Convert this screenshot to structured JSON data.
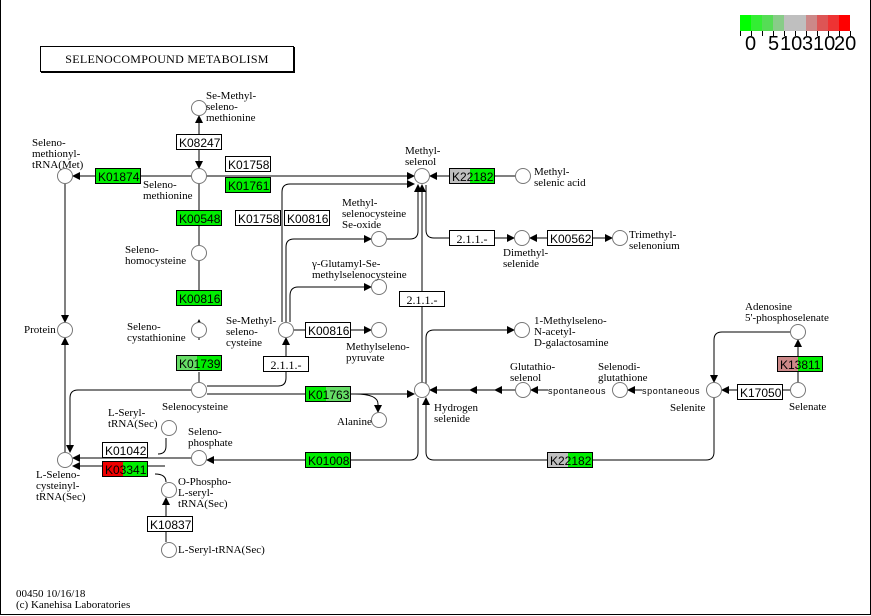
{
  "map": {
    "title": "SELENOCOMPOUND  METABOLISM",
    "footer_line1": "00450 10/16/18",
    "footer_line2": "(c) Kanehisa Laboratories"
  },
  "legend": {
    "colors": [
      "#00ff00",
      "#33ee33",
      "#55dd55",
      "#88cc88",
      "#bfbfbf",
      "#bfbfbf",
      "#cc8888",
      "#dd5555",
      "#ee3333",
      "#ff0000"
    ],
    "labels": [
      "0",
      "5",
      "10",
      "3",
      "10",
      "20"
    ]
  },
  "colors": {
    "green": "#00ee00",
    "lightgreen": "#66dd66",
    "gray": "#bfbfbf",
    "red": "#ee0000",
    "pink": "#cc8888",
    "white": "#ffffff"
  },
  "enzymes": [
    {
      "id": "K08247",
      "fill": [
        "white"
      ]
    },
    {
      "id": "K01758",
      "fill": [
        "white"
      ]
    },
    {
      "id": "K01761",
      "fill": [
        "green"
      ]
    },
    {
      "id": "K01874",
      "fill": [
        "green"
      ]
    },
    {
      "id": "K00548",
      "fill": [
        "green"
      ]
    },
    {
      "id": "K01758",
      "fill": [
        "white"
      ]
    },
    {
      "id": "K00816",
      "fill": [
        "white"
      ]
    },
    {
      "id": "K00816",
      "fill": [
        "green"
      ]
    },
    {
      "id": "K01739",
      "fill": [
        "lightgreen",
        "green"
      ]
    },
    {
      "id": "K22182",
      "fill": [
        "gray",
        "green"
      ]
    },
    {
      "id": "2.1.1.-",
      "fill": [
        "white"
      ]
    },
    {
      "id": "K00562",
      "fill": [
        "white"
      ]
    },
    {
      "id": "2.1.1.-",
      "fill": [
        "white"
      ]
    },
    {
      "id": "K00816",
      "fill": [
        "white"
      ]
    },
    {
      "id": "2.1.1.-",
      "fill": [
        "white"
      ]
    },
    {
      "id": "K01763",
      "fill": [
        "green",
        "lightgreen"
      ]
    },
    {
      "id": "K01008",
      "fill": [
        "green"
      ]
    },
    {
      "id": "K01042",
      "fill": [
        "white"
      ]
    },
    {
      "id": "K03341",
      "fill": [
        "red",
        "green"
      ]
    },
    {
      "id": "K10837",
      "fill": [
        "white"
      ]
    },
    {
      "id": "K22182",
      "fill": [
        "gray",
        "green"
      ]
    },
    {
      "id": "K13811",
      "fill": [
        "pink",
        "green"
      ]
    },
    {
      "id": "K17050",
      "fill": [
        "white"
      ]
    }
  ],
  "compounds": [
    {
      "name": "Se-Methyl-\nseleno-\nmethionine"
    },
    {
      "name": "Seleno-\nmethionine"
    },
    {
      "name": "Seleno-\nmethionyl-\ntRNA(Met)"
    },
    {
      "name": "Seleno-\nhomocysteine"
    },
    {
      "name": "Seleno-\ncystathionine"
    },
    {
      "name": "Protein"
    },
    {
      "name": "Selenocysteine"
    },
    {
      "name": "Se-Methyl-\nseleno-\ncysteine"
    },
    {
      "name": "Methyl-\nselenocysteine\nSe-oxide"
    },
    {
      "name": "γ-Glutamyl-Se-\nmethylselenocysteine"
    },
    {
      "name": "Methylseleno-\npyruvate"
    },
    {
      "name": "Methyl-\nselenol"
    },
    {
      "name": "Methyl-\nselenic acid"
    },
    {
      "name": "Dimethyl-\nselenide"
    },
    {
      "name": "Trimethyl-\nselenonium"
    },
    {
      "name": "1-Methylseleno-\nN-acetyl-\nD-galactosamine"
    },
    {
      "name": "Glutathio-\nselenol"
    },
    {
      "name": "Selenodi-\nglutathione"
    },
    {
      "name": "Hydrogen\nselenide"
    },
    {
      "name": "Alanine"
    },
    {
      "name": "L-Seryl-\ntRNA(Sec)"
    },
    {
      "name": "Seleno-\nphosphate"
    },
    {
      "name": "L-Seleno-\ncysteinyl-\ntRNA(Sec)"
    },
    {
      "name": "O-Phospho-\nL-seryl-\ntRNA(Sec)"
    },
    {
      "name": "L-Seryl-tRNA(Sec)"
    },
    {
      "name": "Adenosine\n5'-phosphoselenate"
    },
    {
      "name": "Selenite"
    },
    {
      "name": "Selenate"
    }
  ],
  "annotations": {
    "spontaneous_1": "spontaneous",
    "spontaneous_2": "spontaneous"
  }
}
